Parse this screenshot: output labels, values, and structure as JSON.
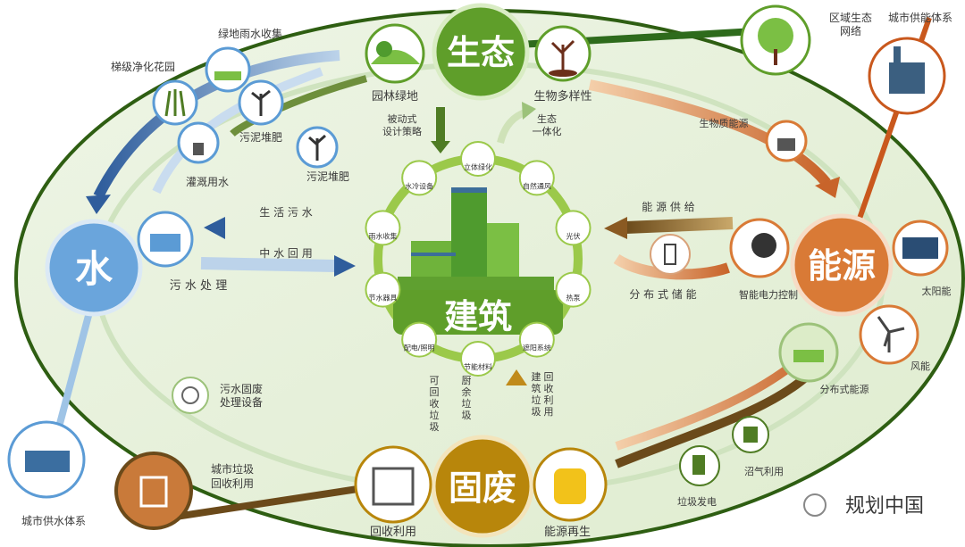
{
  "hubs": {
    "eco": "生态",
    "water": "水",
    "energy": "能源",
    "waste": "固废",
    "building": "建筑"
  },
  "eco_items": {
    "garden": "园林绿地",
    "biodiversity": "生物多样性",
    "passive": "被动式\n设计策略",
    "integration": "生态\n一体化",
    "regional_network": "区域生态\n网络",
    "biomass": "生物质能源"
  },
  "water_items": {
    "rain_collection": "绿地雨水收集",
    "cascade_garden": "梯级净化花园",
    "sludge_compost_1": "污泥堆肥",
    "sludge_compost_2": "污泥堆肥",
    "irrigation": "灌溉用水",
    "domestic_water": "生 活 污 水",
    "reclaimed_water": "中 水 回 用",
    "sewage_treatment": "污 水 处 理",
    "sludge_solid_equipment": "污水固废\n处理设备",
    "city_water_supply": "城市供水体系"
  },
  "energy_items": {
    "energy_supply": "能 源 供 给",
    "distributed_storage": "分 布 式 储 能",
    "smart_control": "智能电力控制",
    "solar": "太阳能",
    "wind": "风能",
    "distributed_energy": "分布式能源",
    "city_supply": "城市供能体系",
    "biogas": "沼气利用",
    "waste_power": "垃圾发电"
  },
  "waste_items": {
    "recyclable": "可\n回\n收\n垃\n圾",
    "kitchen": "厨\n余\n垃\n圾",
    "construction_recycle": "建\n筑\n垃\n圾\n回\n收\n利\n用",
    "recycling": "回收利用",
    "energy_regen": "能源再生",
    "city_recycle": "城市垃圾\n回收利用"
  },
  "building_ring": [
    "立体绿化",
    "自然通风",
    "光伏",
    "热泵",
    "遮阳系统",
    "节能材料",
    "配电/照明",
    "节水器具",
    "雨水收集",
    "水冷设备"
  ],
  "watermark": "规划中国",
  "colors": {
    "eco": "#5f9e2a",
    "water": "#5b9bd5",
    "energy": "#d97a36",
    "waste": "#b8860b",
    "ellipse": "#e6f0dc"
  }
}
